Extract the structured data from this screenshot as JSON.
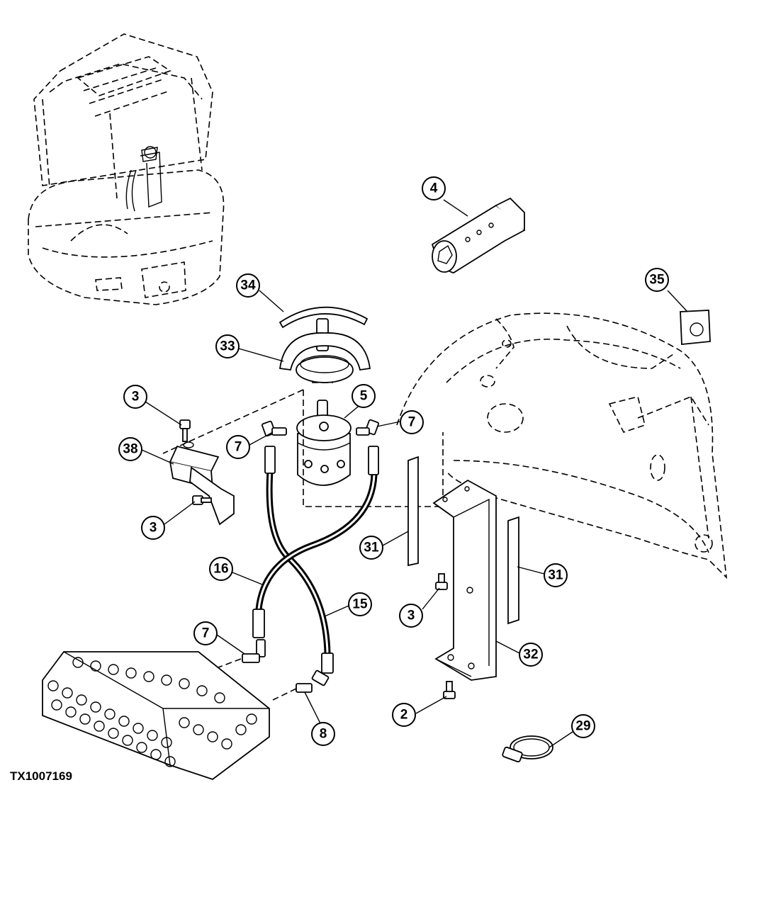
{
  "figure_id": "TX1007169",
  "callouts": [
    "34",
    "33",
    "5",
    "7",
    "7",
    "3",
    "38",
    "3",
    "16",
    "15",
    "7",
    "8",
    "31",
    "31",
    "3",
    "32",
    "2",
    "29",
    "4",
    "35"
  ],
  "colors": {
    "line": "#000000",
    "background": "#ffffff"
  }
}
